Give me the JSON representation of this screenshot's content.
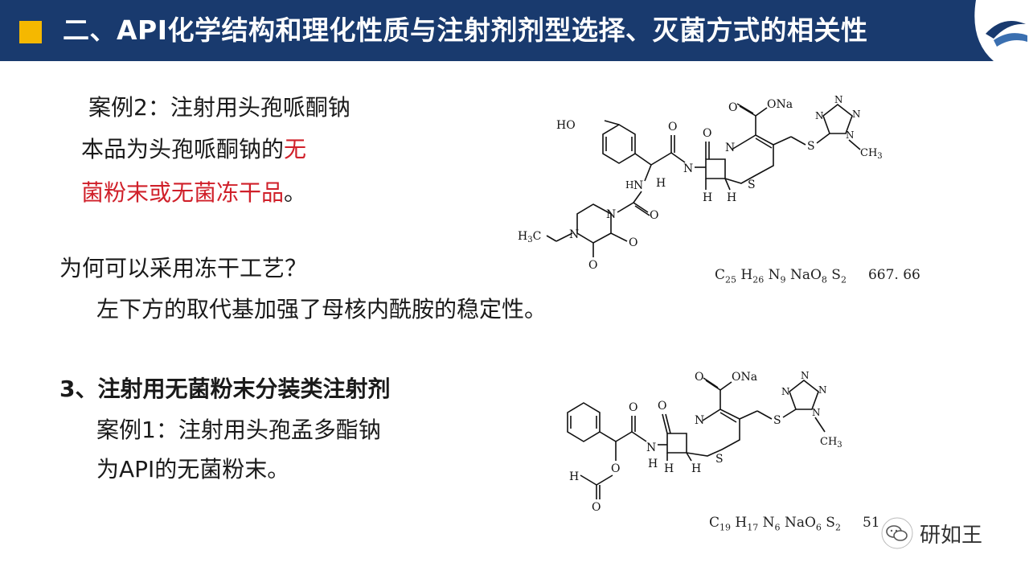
{
  "header": {
    "title": "二、API化学结构和理化性质与注射剂剂型选择、灭菌方式的相关性",
    "bullet_color": "#f5b800",
    "bg_color": "#193a6e"
  },
  "case2": {
    "heading": "案例2：注射用头孢哌酮钠",
    "line1_prefix": "本品为头孢哌酮钠的",
    "line1_red": "无",
    "line2_red": "菌粉末或无菌冻干品",
    "line2_suffix": "。"
  },
  "question": {
    "q": "为何可以采用冻干工艺？",
    "a": "左下方的取代基加强了母核内酰胺的稳定性。"
  },
  "section3": {
    "title": "3、注射用无菌粉末分装类注射剂",
    "case1": "案例1：注射用头孢孟多酯钠",
    "case1_desc": "为API的无菌粉末。"
  },
  "structure1": {
    "labels": {
      "ona": "ONa",
      "o": "O",
      "n": "N",
      "s": "S",
      "h": "H",
      "nh": "N",
      "ho": "HO",
      "ch3": "CH",
      "ch3_sub": "3",
      "h3c": "H",
      "h3c_sub": "3",
      "h3c_c": "C"
    },
    "formula": {
      "c": "C",
      "c_n": "25",
      "h": "H",
      "h_n": "26",
      "n": "N",
      "n_n": "9",
      "na": "NaO",
      "o_n": "8",
      "s": "S",
      "s_n": "2",
      "mw": "667. 66"
    }
  },
  "structure2": {
    "labels": {
      "ona": "ONa",
      "o": "O",
      "n": "N",
      "s": "S",
      "h": "H",
      "ch3": "CH",
      "ch3_sub": "3"
    },
    "formula": {
      "c": "C",
      "c_n": "19",
      "h": "H",
      "h_n": "17",
      "n": "N",
      "n_n": "6",
      "na": "NaO",
      "o_n": "6",
      "s": "S",
      "s_n": "2",
      "mw": "51"
    }
  },
  "watermark": {
    "text": "研如王",
    "icon": "wechat-icon"
  }
}
